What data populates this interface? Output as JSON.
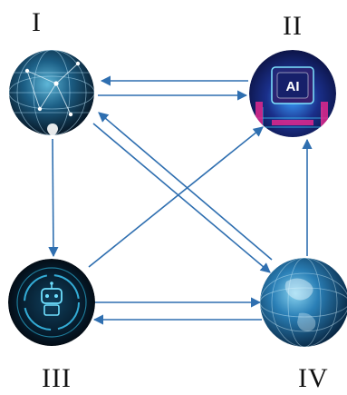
{
  "nodes": [
    {
      "id": "I",
      "label": "I",
      "icon": "globe-network-icon"
    },
    {
      "id": "II",
      "label": "II",
      "icon": "ai-chip-icon",
      "badge_text": "AI"
    },
    {
      "id": "III",
      "label": "III",
      "icon": "robot-icon"
    },
    {
      "id": "IV",
      "label": "IV",
      "icon": "earth-globe-icon"
    }
  ],
  "edges": [
    {
      "from": "II",
      "to": "I"
    },
    {
      "from": "I",
      "to": "II"
    },
    {
      "from": "I",
      "to": "III"
    },
    {
      "from": "III",
      "to": "II"
    },
    {
      "from": "I",
      "to": "IV"
    },
    {
      "from": "IV",
      "to": "I"
    },
    {
      "from": "III",
      "to": "IV"
    },
    {
      "from": "IV",
      "to": "III"
    },
    {
      "from": "IV",
      "to": "II"
    }
  ],
  "colors": {
    "arrow": "#2f6fb0",
    "label": "#111111",
    "node_dark": "#0a1a2e",
    "node_glow": "#3fd0ff",
    "chip_pink": "#e2288e"
  }
}
